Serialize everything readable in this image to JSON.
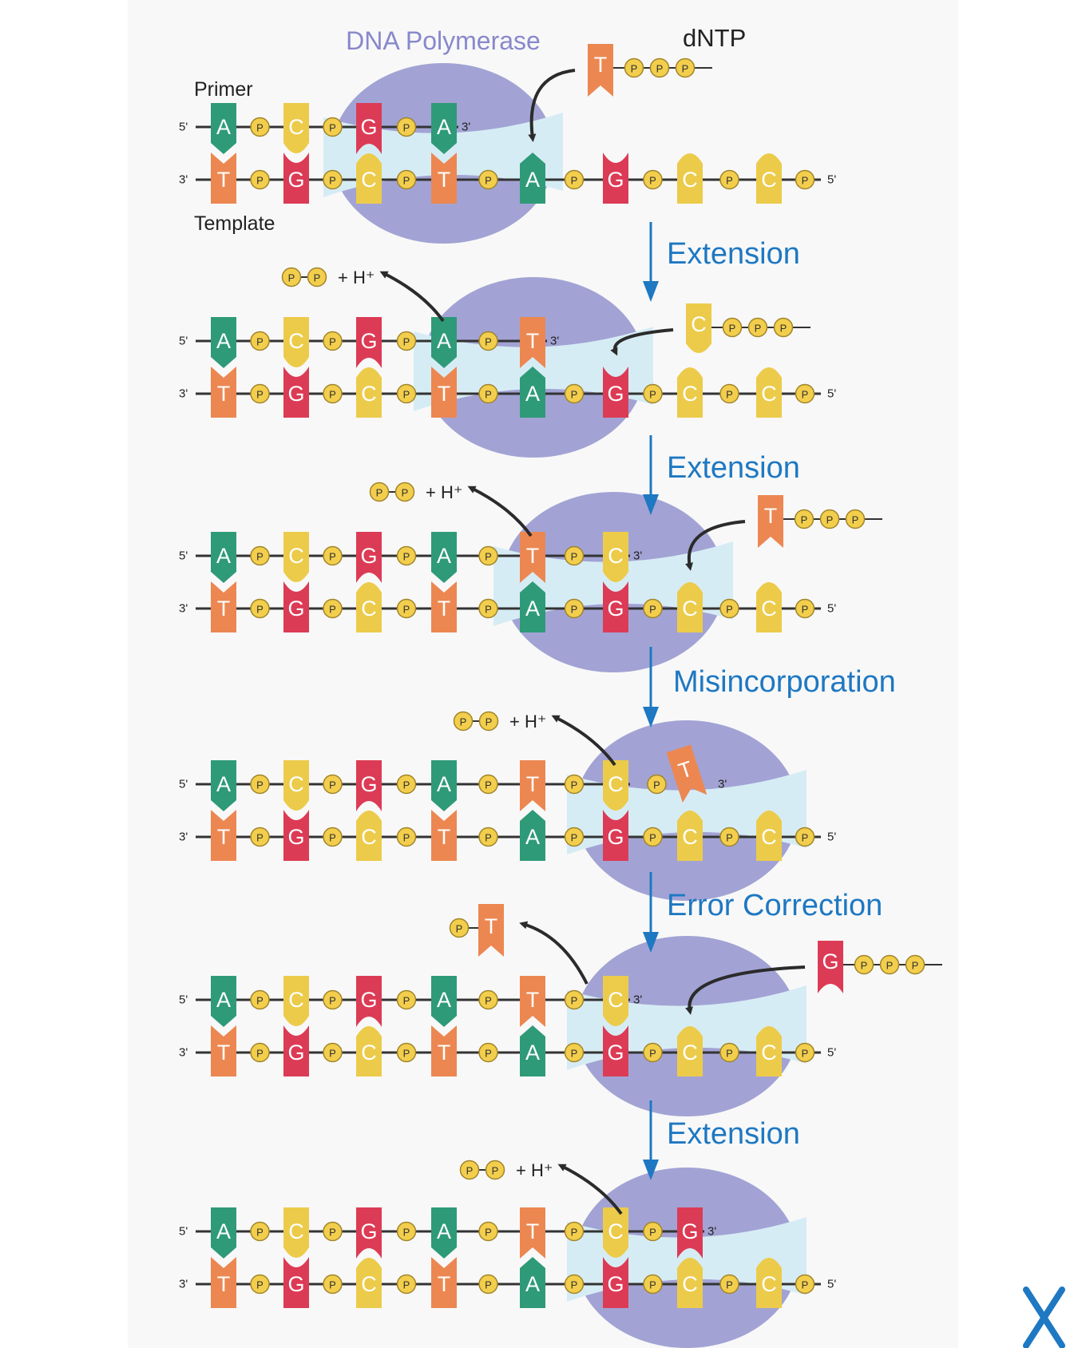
{
  "labels": {
    "polymerase": "DNA Polymerase",
    "dntp": "dNTP",
    "primer": "Primer",
    "template": "Template",
    "five_prime": "5'",
    "three_prime": "3'",
    "phosphate": "P",
    "byproduct": "+ H⁺"
  },
  "steps": [
    {
      "label": "Extension"
    },
    {
      "label": "Extension"
    },
    {
      "label": "Misincorporation"
    },
    {
      "label": "Error Correction"
    },
    {
      "label": "Extension"
    }
  ],
  "template_strand": [
    "T",
    "G",
    "C",
    "T",
    "A",
    "G",
    "C",
    "C"
  ],
  "rows": [
    {
      "primer": [
        "A",
        "C",
        "G",
        "A"
      ],
      "incoming": "T"
    },
    {
      "primer": [
        "A",
        "C",
        "G",
        "A",
        "T"
      ],
      "incoming": "C",
      "released": "PP"
    },
    {
      "primer": [
        "A",
        "C",
        "G",
        "A",
        "T",
        "C"
      ],
      "incoming": "T",
      "released": "PP"
    },
    {
      "primer": [
        "A",
        "C",
        "G",
        "A",
        "T",
        "C",
        "T"
      ],
      "mismatch": "T",
      "released": "PP"
    },
    {
      "primer": [
        "A",
        "C",
        "G",
        "A",
        "T",
        "C"
      ],
      "incoming": "G",
      "released": "PT"
    },
    {
      "primer": [
        "A",
        "C",
        "G",
        "A",
        "T",
        "C",
        "G"
      ],
      "released": "PP"
    }
  ],
  "colors": {
    "A": "#2e9a78",
    "T": "#ec8751",
    "G": "#dc3b55",
    "C": "#eccb4a",
    "polymerase": "#a2a3d4",
    "channel": "#d6ecf5",
    "phosphate": "#f3ce4c",
    "accent": "#1e78c2"
  }
}
